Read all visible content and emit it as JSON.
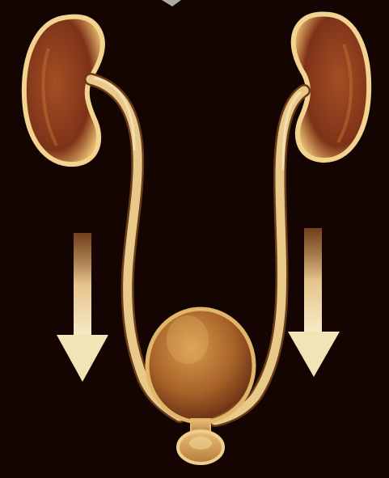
{
  "illustration": {
    "subject": "urinary-system",
    "parts": [
      "left-kidney",
      "right-kidney",
      "left-ureter",
      "right-ureter",
      "bladder",
      "urethra"
    ],
    "flow_arrows": [
      {
        "side": "left",
        "direction": "down"
      },
      {
        "side": "right",
        "direction": "down"
      }
    ]
  },
  "colors": {
    "background": "#140503",
    "kidney_fill": "#8a3b1c",
    "kidney_rim": "#f2d390",
    "ureter": "#e8c98a",
    "bladder_fill": "#a8642a",
    "bladder_highlight": "#f0c978",
    "arrow": "#f3e4b8"
  }
}
